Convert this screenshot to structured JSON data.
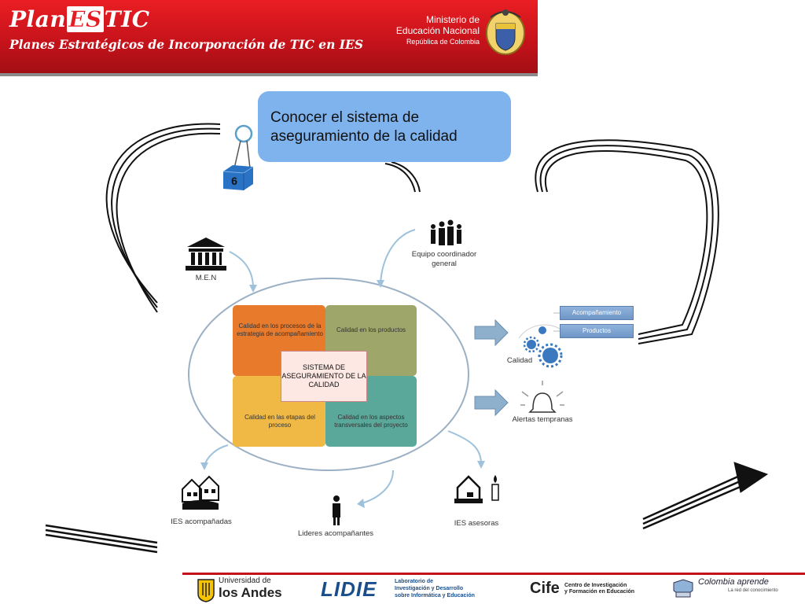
{
  "header": {
    "brand_prefix": "Plan",
    "brand_es": "ES",
    "brand_suffix": "TIC",
    "subtitle": "Planes Estratégicos de Incorporación de TIC en IES",
    "ministry_line1": "Ministerio de",
    "ministry_line2": "Educación Nacional",
    "ministry_line3": "República de Colombia"
  },
  "callout": {
    "text": "Conocer el sistema de aseguramiento de la calidad",
    "badge": "6"
  },
  "diagram": {
    "center": "SISTEMA DE ASEGURAMIENTO DE LA CALIDAD",
    "quadrants": {
      "top_left": "Calidad en los procesos de la estrategia de acompañamiento",
      "top_right": "Calidad en los productos",
      "bottom_left": "Calidad en las etapas del proceso",
      "bottom_right": "Calidad en los aspectos transversales del proyecto"
    },
    "actors": {
      "men": "M.E.N",
      "equipo": "Equipo coordinador general",
      "ies_acompanadas": "IES acompañadas",
      "lideres": "Lideres acompañantes",
      "ies_asesoras": "IES asesoras"
    },
    "outputs": {
      "calidad": "Calidad",
      "alertas": "Alertas tempranas",
      "btn_acompanamiento": "Acompañamiento",
      "btn_productos": "Productos"
    }
  },
  "footer": {
    "uniandes_1": "Universidad de",
    "uniandes_2": "los Andes",
    "lidie_mark": "LIDIE",
    "lidie_1": "Laboratorio de",
    "lidie_2": "Investigación y Desarrollo",
    "lidie_3": "sobre Informática y Educación",
    "cife_mark": "Cife",
    "cife_1": "Centro de Investigación",
    "cife_2": "y Formación en Educación",
    "colombia_1": "Colombia aprende",
    "colombia_2": "La red del conocimiento"
  },
  "colors": {
    "header_red": "#c4121a",
    "callout_blue": "#7eb3ee",
    "q_orange": "#e87a2c",
    "q_olive": "#9ea66a",
    "q_yellow": "#f0b844",
    "q_teal": "#5aa89a"
  }
}
